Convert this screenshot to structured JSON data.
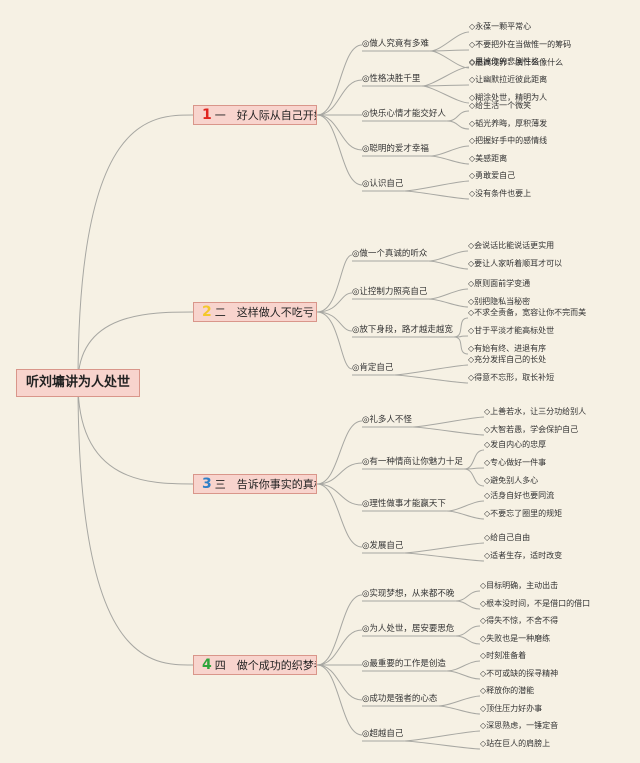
{
  "root": {
    "title": "听刘墉讲为人处世"
  },
  "colors": {
    "background": "#f6f1e4",
    "node_fill": "#f8d4cd",
    "node_border": "#d9968a",
    "line": "#a7a7a2",
    "num_1": "#e0241f",
    "num_2": "#f4c72a",
    "num_3": "#2e7fc7",
    "num_4": "#2fa53c"
  },
  "chapters": [
    {
      "num": "1",
      "num_color": "#e0241f",
      "label": "一　好人际从自己开始",
      "topics": [
        {
          "label": "◎做人究竟有多难",
          "points": [
            "◇永葆一颗平常心",
            "◇不要把外在当做惟一的筹码",
            "◇最高境界：演什么像什么"
          ]
        },
        {
          "label": "◎性格决胜千里",
          "points": [
            "◇甩掉你的悲剧性格",
            "◇让幽默拉近彼此距离",
            "◇糊涂处世，精明为人"
          ]
        },
        {
          "label": "◎快乐心情才能交好人",
          "points": [
            "◇给生活一个微笑",
            "◇韬光养晦，厚积薄发"
          ]
        },
        {
          "label": "◎聪明的爱才幸福",
          "points": [
            "◇把握好手中的感情线",
            "◇美感距离"
          ]
        },
        {
          "label": "◎认识自己",
          "points": [
            "◇勇敢爱自己",
            "◇没有条件也要上"
          ]
        }
      ]
    },
    {
      "num": "2",
      "num_color": "#f4c72a",
      "label": "二　这样做人不吃亏",
      "topics": [
        {
          "label": "◎做一个真诚的听众",
          "points": [
            "◇会说话比能说话更实用",
            "◇要让人家听着顺耳才可以"
          ]
        },
        {
          "label": "◎让控制力照亮自己",
          "points": [
            "◇原则面前学变通",
            "◇别把隐私当秘密"
          ]
        },
        {
          "label": "◎放下身段，路才越走越宽",
          "points": [
            "◇不求全责备，宽容让你不完而美",
            "◇甘于平淡才能高标处世",
            "◇有始有终、进退有序"
          ]
        },
        {
          "label": "◎肯定自己",
          "points": [
            "◇充分发挥自己的长处",
            "◇得意不忘形，取长补短"
          ]
        }
      ]
    },
    {
      "num": "3",
      "num_color": "#2e7fc7",
      "label": "三　告诉你事实的真相",
      "topics": [
        {
          "label": "◎礼多人不怪",
          "points": [
            "◇上善若水，让三分功给别人",
            "◇大智若愚，学会保护自己"
          ]
        },
        {
          "label": "◎有一种情商让你魅力十足",
          "points": [
            "◇发自内心的忠厚",
            "◇专心做好一件事",
            "◇避免别人多心"
          ]
        },
        {
          "label": "◎理性做事才能赢天下",
          "points": [
            "◇活身自好也要同流",
            "◇不要忘了圈里的规矩"
          ]
        },
        {
          "label": "◎发展自己",
          "points": [
            "◇给自己自由",
            "◇适者生存，适时改变"
          ]
        }
      ]
    },
    {
      "num": "4",
      "num_color": "#2fa53c",
      "label": "四　做个成功的织梦者",
      "topics": [
        {
          "label": "◎实现梦想，从来都不晚",
          "points": [
            "◇目标明确，主动出击",
            "◇根本没时间，不是借口的借口"
          ]
        },
        {
          "label": "◎为人处世，居安要思危",
          "points": [
            "◇得失不惊，不舍不得",
            "◇失败也是一种磨练"
          ]
        },
        {
          "label": "◎最重要的工作是创造",
          "points": [
            "◇时刻准备着",
            "◇不可或缺的探寻精神"
          ]
        },
        {
          "label": "◎成功是强者的心态",
          "points": [
            "◇释放你的潜能",
            "◇顶住压力好办事"
          ]
        },
        {
          "label": "◎超越自己",
          "points": [
            "◇深思熟虑，一锤定音",
            "◇站在巨人的肩膀上"
          ]
        }
      ]
    }
  ]
}
